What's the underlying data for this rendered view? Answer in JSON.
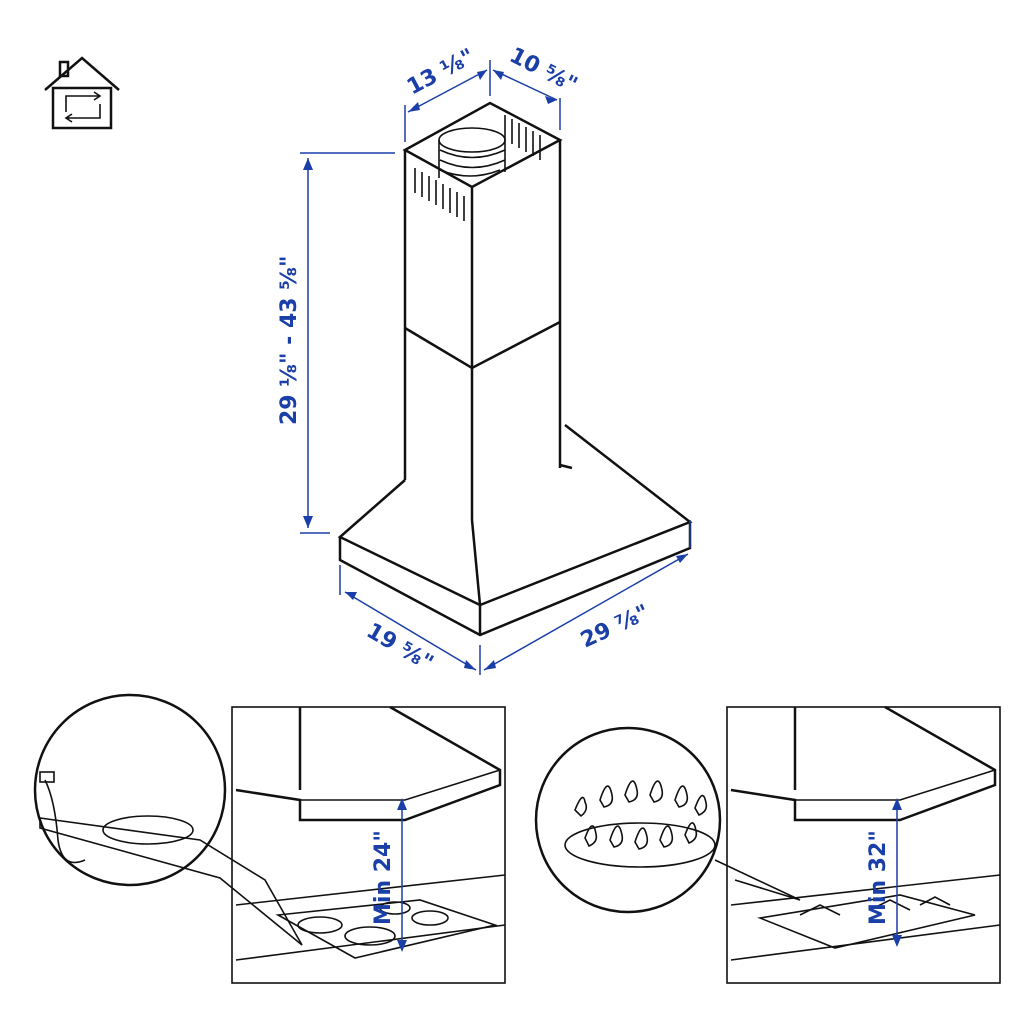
{
  "icon": "house-recirculation-icon",
  "dimensions": {
    "chimney_width": "13 ⅛\"",
    "chimney_depth": "10 ⅝\"",
    "height_range": "29 ⅛\" - 43 ⅝\"",
    "hood_depth": "19 ⅝\"",
    "hood_width": "29 ⅞\""
  },
  "clearances": {
    "electric": "Min 24\"",
    "gas": "Min 32\""
  },
  "colors": {
    "dimension": "#1a3fa8",
    "line": "#111111"
  }
}
